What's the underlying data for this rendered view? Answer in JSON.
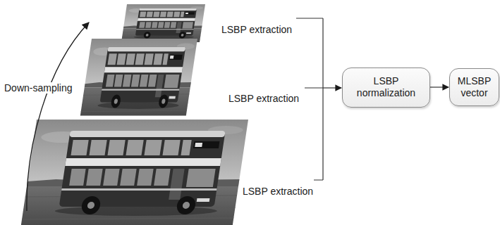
{
  "diagram": {
    "nodes": [
      {
        "text": [
          "LSBP normalization"
        ]
      },
      {
        "text": [
          "MLSBP vector"
        ]
      }
    ],
    "edges": [
      {
        "from": 0,
        "to": 1,
        "arrow": "to"
      }
    ],
    "labels": [
      "Down-sampling",
      "LSBP extraction",
      "LSBP extraction",
      "LSBP extraction"
    ]
  }
}
